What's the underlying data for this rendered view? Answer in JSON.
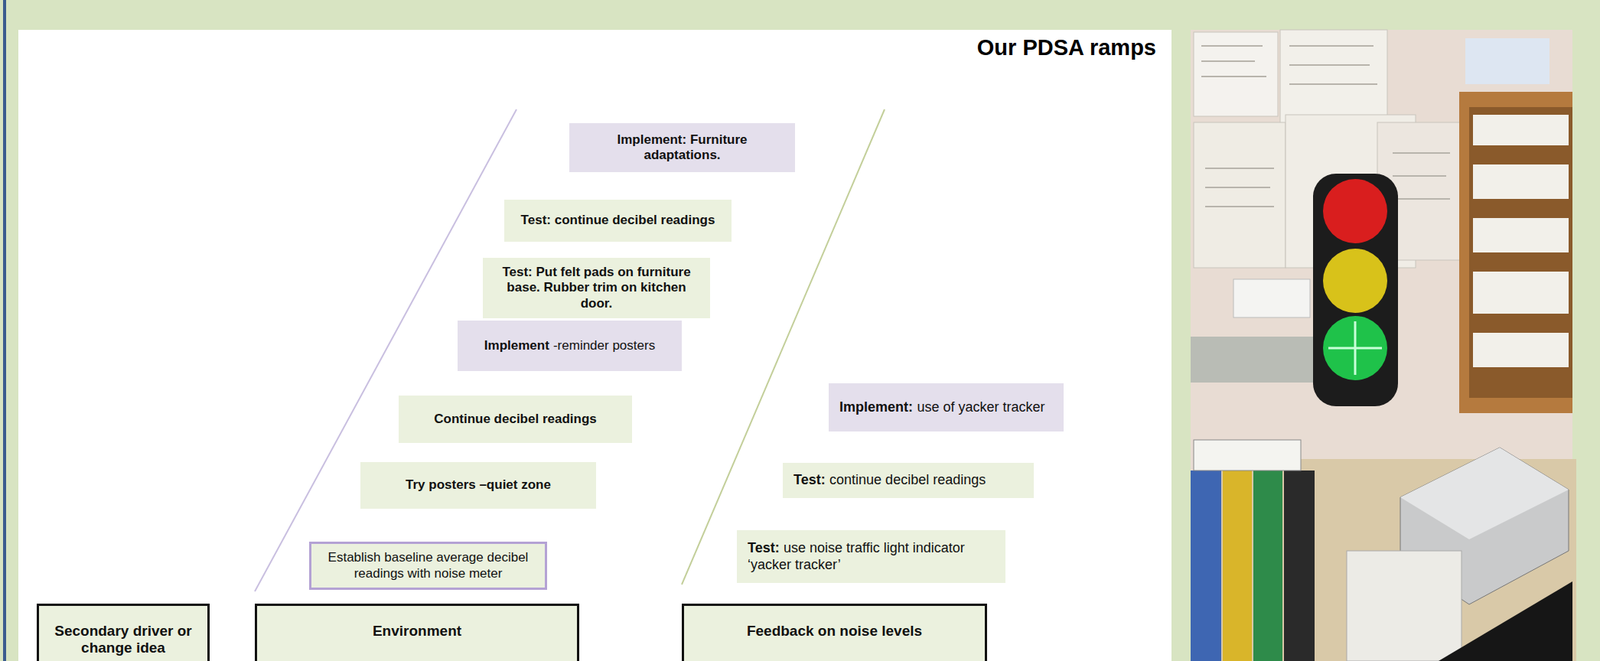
{
  "diagram": {
    "title": "Our PDSA ramps",
    "nodes": [
      {
        "text": [
          "Implement: Furniture adaptations."
        ]
      },
      {
        "text": [
          "Test: continue decibel readings"
        ]
      },
      {
        "text": [
          "Test: Put felt pads on furniture base.  Rubber trim on kitchen door."
        ]
      },
      {
        "text": [
          "Implement",
          "-reminder posters"
        ]
      },
      {
        "text": [
          "Continue decibel readings"
        ]
      },
      {
        "text": [
          "Try posters –quiet zone"
        ]
      },
      {
        "text": [
          "Establish baseline average decibel readings with noise meter"
        ]
      },
      {
        "text": [
          "Implement:",
          "use of yacker tracker"
        ]
      },
      {
        "text": [
          "Test:",
          "continue  decibel readings"
        ]
      },
      {
        "text": [
          "Test:",
          "use noise traffic light indicator ‘yacker tracker’"
        ]
      },
      {
        "text": [
          "Secondary driver or change idea"
        ]
      },
      {
        "text": [
          "Environment"
        ]
      },
      {
        "text": [
          "Feedback on noise levels"
        ]
      }
    ]
  }
}
